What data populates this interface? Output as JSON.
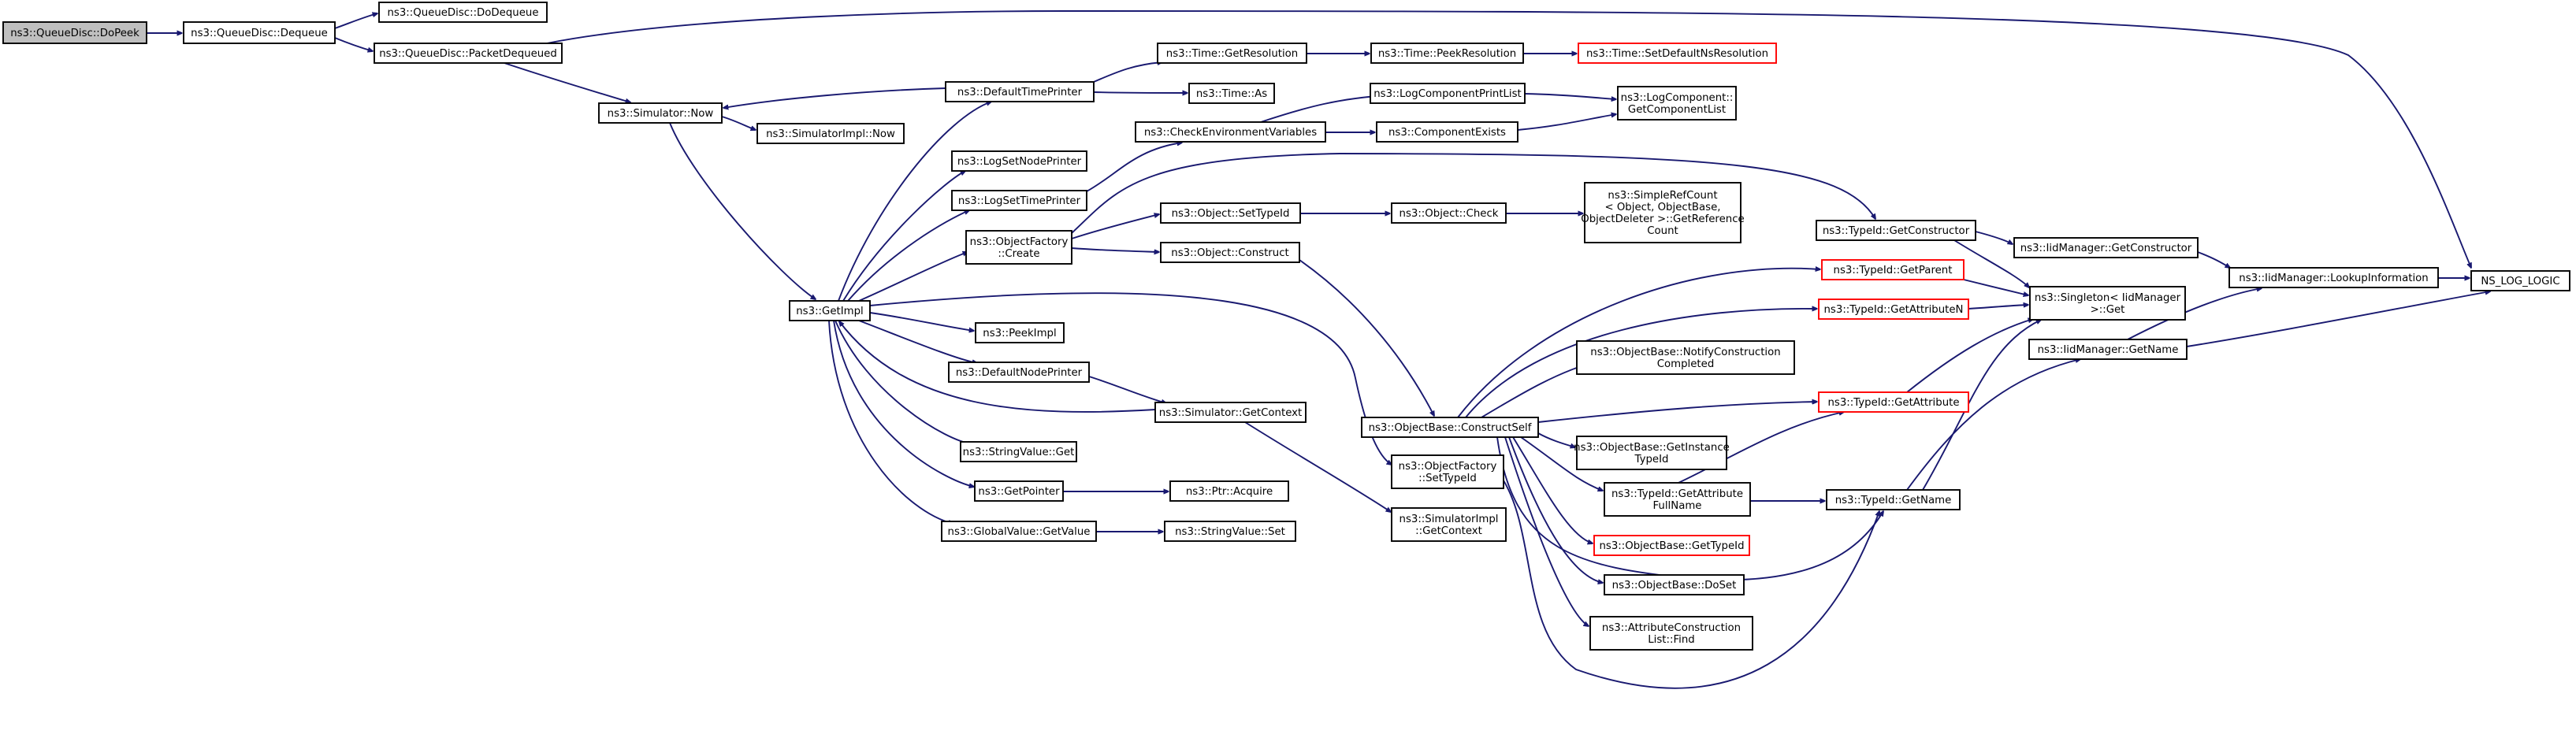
{
  "colors": {
    "edge": "#191970",
    "node_border": "#000000",
    "node_border_truncated": "#ff0000",
    "root_fill": "#bfbfbf",
    "node_fill": "#ffffff"
  },
  "nodes": [
    {
      "id": "dopeek",
      "lines": [
        "ns3::QueueDisc::DoPeek"
      ]
    },
    {
      "id": "dequeue",
      "lines": [
        "ns3::QueueDisc::Dequeue"
      ]
    },
    {
      "id": "dodequeue",
      "lines": [
        "ns3::QueueDisc::DoDequeue"
      ]
    },
    {
      "id": "packetdequeued",
      "lines": [
        "ns3::QueueDisc::PacketDequeued"
      ]
    },
    {
      "id": "nslog",
      "lines": [
        "NS_LOG_LOGIC"
      ]
    },
    {
      "id": "simnow",
      "lines": [
        "ns3::Simulator::Now"
      ]
    },
    {
      "id": "simimplnow",
      "lines": [
        "ns3::SimulatorImpl::Now"
      ]
    },
    {
      "id": "getimpl",
      "lines": [
        "ns3::GetImpl"
      ]
    },
    {
      "id": "defaulttimeprinter",
      "lines": [
        "ns3::DefaultTimePrinter"
      ]
    },
    {
      "id": "logsetnodeprinter",
      "lines": [
        "ns3::LogSetNodePrinter"
      ]
    },
    {
      "id": "logsettimeprinter",
      "lines": [
        "ns3::LogSetTimePrinter"
      ]
    },
    {
      "id": "objectfactorycreate",
      "lines": [
        "ns3::ObjectFactory",
        "::Create"
      ]
    },
    {
      "id": "peekimpl",
      "lines": [
        "ns3::PeekImpl"
      ]
    },
    {
      "id": "defaultnodeprinter",
      "lines": [
        "ns3::DefaultNodePrinter"
      ]
    },
    {
      "id": "stringvalueget",
      "lines": [
        "ns3::StringValue::Get"
      ]
    },
    {
      "id": "getpointer",
      "lines": [
        "ns3::GetPointer"
      ]
    },
    {
      "id": "globalvaluegetvalue",
      "lines": [
        "ns3::GlobalValue::GetValue"
      ]
    },
    {
      "id": "timegetresolution",
      "lines": [
        "ns3::Time::GetResolution"
      ]
    },
    {
      "id": "timeas",
      "lines": [
        "ns3::Time::As"
      ]
    },
    {
      "id": "checkenv",
      "lines": [
        "ns3::CheckEnvironmentVariables"
      ]
    },
    {
      "id": "objectsettypeid",
      "lines": [
        "ns3::Object::SetTypeId"
      ]
    },
    {
      "id": "objectconstruct",
      "lines": [
        "ns3::Object::Construct"
      ]
    },
    {
      "id": "simgetcontext",
      "lines": [
        "ns3::Simulator::GetContext"
      ]
    },
    {
      "id": "ptracquire",
      "lines": [
        "ns3::Ptr::Acquire"
      ]
    },
    {
      "id": "stringvalueset",
      "lines": [
        "ns3::StringValue::Set"
      ]
    },
    {
      "id": "timepeekresolution",
      "lines": [
        "ns3::Time::PeekResolution"
      ]
    },
    {
      "id": "timesetdefaultns",
      "lines": [
        "ns3::Time::SetDefaultNsResolution"
      ],
      "truncated": true
    },
    {
      "id": "logcomponentprintlist",
      "lines": [
        "ns3::LogComponentPrintList"
      ]
    },
    {
      "id": "componentexists",
      "lines": [
        "ns3::ComponentExists"
      ]
    },
    {
      "id": "logcomponentgetlist",
      "lines": [
        "ns3::LogComponent::",
        "GetComponentList"
      ]
    },
    {
      "id": "objectcheck",
      "lines": [
        "ns3::Object::Check"
      ]
    },
    {
      "id": "simplerefcount",
      "lines": [
        "ns3::SimpleRefCount",
        "< Object, ObjectBase,",
        "ObjectDeleter >::GetReference",
        "Count"
      ]
    },
    {
      "id": "constructself",
      "lines": [
        "ns3::ObjectBase::ConstructSelf"
      ]
    },
    {
      "id": "objectfactorysettypeid",
      "lines": [
        "ns3::ObjectFactory",
        "::SetTypeId"
      ]
    },
    {
      "id": "simimplgetcontext",
      "lines": [
        "ns3::SimulatorImpl",
        "::GetContext"
      ]
    },
    {
      "id": "typeidgetparent",
      "lines": [
        "ns3::TypeId::GetParent"
      ],
      "truncated": true
    },
    {
      "id": "typeidgetattributen",
      "lines": [
        "ns3::TypeId::GetAttributeN"
      ],
      "truncated": true
    },
    {
      "id": "notifyconstruction",
      "lines": [
        "ns3::ObjectBase::NotifyConstruction",
        "Completed"
      ]
    },
    {
      "id": "typeidgetattribute",
      "lines": [
        "ns3::TypeId::GetAttribute"
      ],
      "truncated": true
    },
    {
      "id": "getinstancetypeid",
      "lines": [
        "ns3::ObjectBase::GetInstance",
        "TypeId"
      ]
    },
    {
      "id": "getattributefullname",
      "lines": [
        "ns3::TypeId::GetAttribute",
        "FullName"
      ]
    },
    {
      "id": "objectbasegettypeid",
      "lines": [
        "ns3::ObjectBase::GetTypeId"
      ],
      "truncated": true
    },
    {
      "id": "objectbasedoset",
      "lines": [
        "ns3::ObjectBase::DoSet"
      ]
    },
    {
      "id": "attrconstructionfind",
      "lines": [
        "ns3::AttributeConstruction",
        "List::Find"
      ]
    },
    {
      "id": "typeidgetconstructor",
      "lines": [
        "ns3::TypeId::GetConstructor"
      ]
    },
    {
      "id": "iidmanagergetconstructor",
      "lines": [
        "ns3::IidManager::GetConstructor"
      ]
    },
    {
      "id": "singletonget",
      "lines": [
        "ns3::Singleton< IidManager",
        " >::Get"
      ]
    },
    {
      "id": "iidmanagergetname",
      "lines": [
        "ns3::IidManager::GetName"
      ]
    },
    {
      "id": "typeidgetname",
      "lines": [
        "ns3::TypeId::GetName"
      ]
    },
    {
      "id": "lookupinformation",
      "lines": [
        "ns3::IidManager::LookupInformation"
      ]
    }
  ]
}
